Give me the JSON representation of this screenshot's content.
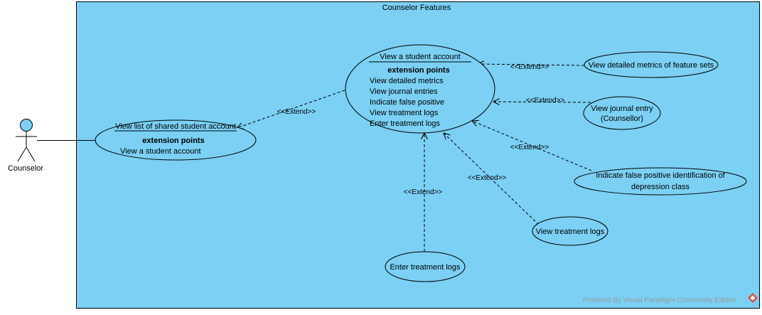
{
  "system": {
    "title": "Counselor Features"
  },
  "actor": {
    "name": "Counselor"
  },
  "use_cases": {
    "view_student_account": {
      "name": "View a student account",
      "ext_heading": "extension points",
      "ext_points": [
        "View detailed metrics",
        "View journal entries",
        "Indicate false positive",
        "View treatment logs",
        "Enter treatment logs"
      ]
    },
    "view_shared_list": {
      "name": "View list of shared student account",
      "ext_heading": "extension points",
      "ext_points": [
        "View a student account"
      ]
    },
    "view_metrics": {
      "name": "View detailed metrics of feature sets"
    },
    "view_journal": {
      "lines": [
        "View journal entry",
        "(Counsellor)"
      ]
    },
    "indicate_false_positive": {
      "lines": [
        "Indicate false positive identification of",
        "depression class"
      ]
    },
    "view_treatment_logs": {
      "name": "View treatment logs"
    },
    "enter_treatment_logs": {
      "name": "Enter treatment logs"
    }
  },
  "relations": {
    "extend_label": "<<Extend>>"
  },
  "watermark": {
    "text": "Powered By  Visual Paradigm Community Edition"
  },
  "colors": {
    "system_fill": "#7bd0f4",
    "actor_head": "#7bd0f4",
    "line": "#000000"
  }
}
